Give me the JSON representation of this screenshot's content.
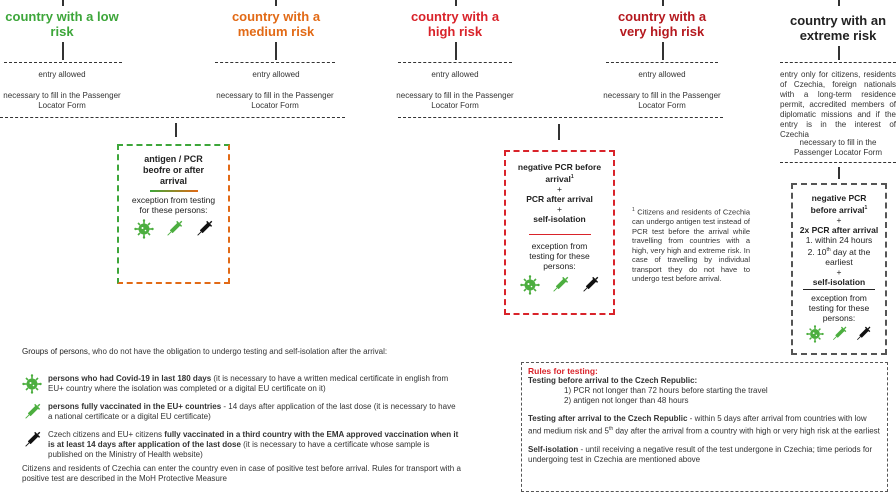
{
  "colors": {
    "low": "#3da63a",
    "medium": "#e26a16",
    "high": "#d9232a",
    "very_high": "#b5191f",
    "extreme": "#222222",
    "green_icon": "#4cae3f",
    "black_icon": "#111111"
  },
  "risk_columns": [
    {
      "title": "country with a low risk",
      "entry": "entry allowed",
      "plf": "necessary to fill in the Passenger Locator Form"
    },
    {
      "title": "country with a medium risk",
      "entry": "entry allowed",
      "plf": "necessary to fill in the Passenger Locator Form"
    },
    {
      "title": "country with a high risk",
      "entry": "entry allowed",
      "plf": "necessary to fill in the Passenger Locator Form"
    },
    {
      "title": "country with a very high risk",
      "entry": "entry allowed",
      "plf": "necessary to fill in the Passenger Locator Form"
    },
    {
      "title": "country with an extreme risk",
      "entry": "entry only for citizens, residents of Czechia, foreign nationals with a long-term residence permit, accredited members of diplomatic missions and if the entry is in the interest of Czechia",
      "plf": "necessary to fill in the Passenger Locator Form"
    }
  ],
  "box_low_medium": {
    "title": "antigen / PCR beofre or after arrival",
    "exception": "exception from testing for these persons:",
    "icons": [
      "virus-icon",
      "syringe-icon",
      "syringe-dark-icon"
    ]
  },
  "box_high": {
    "line1": "negative PCR before arrival",
    "sup": "1",
    "plus1": "+",
    "line2": "PCR after arrival",
    "plus2": "+",
    "line3": "self-isolation",
    "exception": "exception from testing for these persons:",
    "icons": [
      "virus-icon",
      "syringe-icon",
      "syringe-dark-icon"
    ]
  },
  "footnote": {
    "sup": "1",
    "text": "Citizens and residents of Czechia can undergo antigen test instead of PCR test before the arrival while travelling from countries with a high, very high and extreme risk. In case of travelling by individual transport they do not have to undergo test before arrival."
  },
  "box_extreme": {
    "line1": "negative PCR before arrival",
    "sup": "1",
    "plus1": "+",
    "line2": "2x PCR after arrival",
    "item1": "1. within 24 hours",
    "item2_a": "2. 10",
    "item2_sup": "th",
    "item2_b": " day at the earliest",
    "plus2": "+",
    "line3": "self-isolation",
    "exception": "exception from testing for these persons:",
    "icons": [
      "virus-icon",
      "syringe-icon",
      "syringe-dark-icon"
    ]
  },
  "groups": {
    "intro_bold": "Groups of persons,",
    "intro_rest": " who do not have the obligation to undergo testing and self-isolation after the arrival:",
    "items": [
      {
        "icon": "virus-icon",
        "bold": "persons who had Covid-19 in last 180 days",
        "rest": " (it is necessary to have a written medical certificate in english from EU+ country where the isolation was completed or a digital EU certificate on it)"
      },
      {
        "icon": "syringe-icon",
        "bold": "persons fully vaccinated in the EU+ countries",
        "rest": " - 14 days after application of the last dose (it is necessary to have a national certificate or a digital EU certificate)"
      },
      {
        "icon": "syringe-dark-icon",
        "pre": "Czech citizens and EU+ citizens ",
        "bold": "fully vaccinated in a third country with the EMA approved vaccination when it is at least 14 days after application of the last dose",
        "rest": " (it is necessary to have a certificate whose sample is published on the Ministry of Health website)"
      }
    ],
    "closing": "Citizens and residents of Czechia can enter the country even in case of positive test before arrival. Rules for transport with a positive test are described in the MoH Protective Measure"
  },
  "rules": {
    "heading": "Rules for testing:",
    "before_title": "Testing before arrival to the Czech Republic:",
    "before_items": [
      "1) PCR not longer than 72 hours before starting the travel",
      "2) antigen not longer than 48 hours"
    ],
    "after_bold": "Testing after arrival to the Czech Republic",
    "after_rest_a": " - within 5 days after arrival from countries with low and medium risk and 5",
    "after_sup": "th",
    "after_rest_b": " day after the arrival from a country with high or very high risk at the earliest",
    "iso_bold": "Self-isolation",
    "iso_rest": " - until receiving a negative result of the test undergone in Czechia; time periods for undergoing test in Czechia are mentioned above"
  }
}
